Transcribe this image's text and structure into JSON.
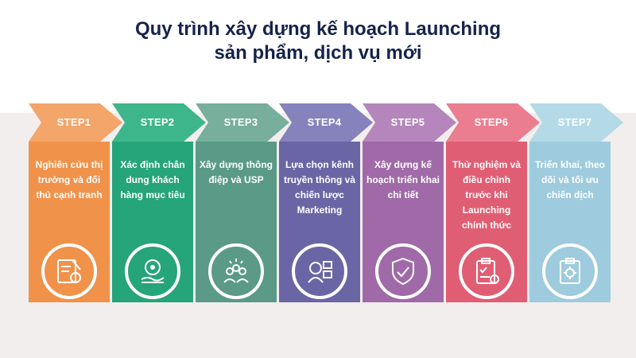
{
  "title": {
    "line1": "Quy trình xây dựng kế hoạch Launching",
    "line2": "sản phẩm, dịch vụ mới"
  },
  "steps": [
    {
      "label": "STEP1",
      "text": "Nghiên cứu thị trường và đối thủ cạnh tranh",
      "color": "#f0924a",
      "arrow_color": "#f3a56a",
      "icon": "research-document-icon"
    },
    {
      "label": "STEP2",
      "text": "Xác định chân dung khách hàng mục tiêu",
      "color": "#26a47a",
      "arrow_color": "#3eb68c",
      "icon": "target-customer-icon"
    },
    {
      "label": "STEP3",
      "text": "Xây dựng thông điệp và USP",
      "color": "#5a9a86",
      "arrow_color": "#77ae9c",
      "icon": "team-message-icon"
    },
    {
      "label": "STEP4",
      "text": "Lựa chọn kênh truyền thông và chiến lược Marketing",
      "color": "#6a66a6",
      "arrow_color": "#8682bc",
      "icon": "marketing-channel-icon"
    },
    {
      "label": "STEP5",
      "text": "Xây dựng kế hoạch triển khai chi tiết",
      "color": "#a06aa8",
      "arrow_color": "#b486bb",
      "icon": "shield-plan-icon"
    },
    {
      "label": "STEP6",
      "text": "Thử nghiệm và điều chỉnh trước khi Launching chính thức",
      "color": "#e05e74",
      "arrow_color": "#ea7e90",
      "icon": "test-checklist-icon"
    },
    {
      "label": "STEP7",
      "text": "Triển khai, theo dõi và tối ưu chiến dịch",
      "color": "#9ecbdd",
      "arrow_color": "#b4d9e7",
      "icon": "optimize-clipboard-icon"
    }
  ]
}
